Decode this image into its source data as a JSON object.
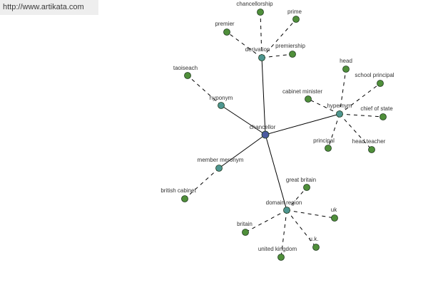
{
  "header": {
    "url": "http://www.artikata.com"
  },
  "colors": {
    "root": "#4a5aa0",
    "relation": "#4e9690",
    "leaf": "#4f8f3a",
    "edge": "#000000",
    "node_stroke": "#1e3a1e"
  },
  "graph": {
    "root": {
      "id": "chancellor",
      "label": "chancellor"
    },
    "relations": [
      {
        "id": "derivation",
        "label": "derivation",
        "children": [
          "chancellorship",
          "prime",
          "premier",
          "premiership"
        ]
      },
      {
        "id": "hyponym",
        "label": "hyponym",
        "children": [
          "taoiseach"
        ]
      },
      {
        "id": "hypernym",
        "label": "hypernym",
        "children": [
          "head",
          "school principal",
          "cabinet minister",
          "chief of state",
          "principal",
          "head teacher"
        ]
      },
      {
        "id": "member-meronym",
        "label": "member meronym",
        "children": [
          "british cabinet"
        ]
      },
      {
        "id": "domain-region",
        "label": "domain region",
        "children": [
          "great britain",
          "uk",
          "britain",
          "u.k.",
          "united kingdom"
        ]
      }
    ]
  }
}
